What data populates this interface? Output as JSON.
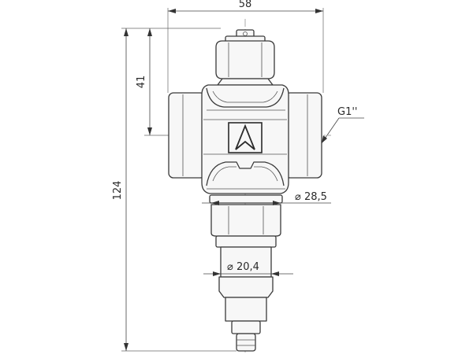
{
  "dimensions": {
    "overall_width": "58",
    "overall_height": "124",
    "upper_height": "41",
    "thread": "G1''",
    "body_diameter": "⌀ 28,5",
    "stem_diameter": "⌀ 20,4"
  },
  "logo_icon": "triangle-a-logo-icon"
}
